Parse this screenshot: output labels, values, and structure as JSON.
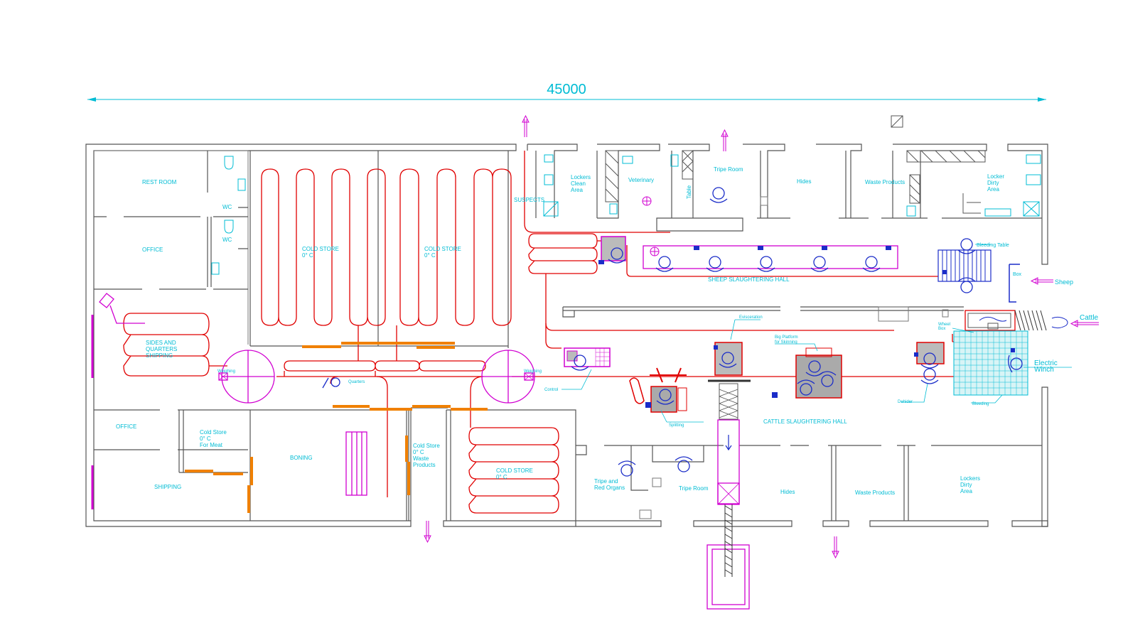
{
  "dimension": "45000",
  "rooms": {
    "rest_room": "REST ROOM",
    "wc1": "WC",
    "wc2": "WC",
    "office_top": "OFFICE",
    "cold_store_1": [
      "COLD STORE",
      "0° C"
    ],
    "cold_store_2": [
      "COLD STORE",
      "0° C"
    ],
    "sides_quarters": [
      "SIDES AND",
      "QUARTERS",
      "SHIPPING"
    ],
    "office_bottom": "OFFICE",
    "shipping": "SHIPPING",
    "cold_store_meat": [
      "Cold Store",
      "0° C",
      "For Meat"
    ],
    "boning": "BONING",
    "cold_store_waste": [
      "Cold Store",
      "0° C",
      "Waste",
      "Products"
    ],
    "cold_store_3": [
      "COLD STORE",
      "0° C"
    ],
    "suspects": "SUSPECTS",
    "lockers_clean": [
      "Lockers",
      "Clean",
      "Area"
    ],
    "veterinary": "Veterinary",
    "table": "Table",
    "tripe_room_top": "Tripe Room",
    "hides_top": "Hides",
    "waste_top": "Waste Products",
    "locker_dirty_top": [
      "Locker",
      "Dirty",
      "Area"
    ],
    "sheep_hall": "SHEEP SLAUGHTERING HALL",
    "cattle_hall": "CATTLE SLAUGHTERING HALL",
    "tripe_red": [
      "Tripe and",
      "Red Organs"
    ],
    "tripe_room_bottom": "Tripe Room",
    "hides_bottom": "Hides",
    "waste_bottom": "Waste Products",
    "lockers_dirty_bottom": [
      "Lockers",
      "Dirty",
      "Area"
    ]
  },
  "equipment": {
    "weighing_left": "Weighing",
    "weighing_right": "Weighing",
    "quarters": "Quarters",
    "control": "Control",
    "splitting": "Splitting",
    "evisceration": "Evisceration",
    "big_platform": [
      "Big Platform",
      "for Skinning"
    ],
    "dehider": "Dehider",
    "bleeding_table": "Bleeding Table",
    "box": "Box",
    "sheep": "Sheep",
    "cattle": "Cattle",
    "wheel_box": [
      "Wheel",
      "Box"
    ],
    "bleeding": "Bleeding",
    "electric_winch": [
      "Electric",
      "Winch"
    ]
  },
  "colors": {
    "wall": "#555555",
    "rail": "#e00000",
    "magenta": "#d100d1",
    "text": "#00bcd4",
    "operator": "#1a2cc8",
    "door": "#f08000"
  }
}
